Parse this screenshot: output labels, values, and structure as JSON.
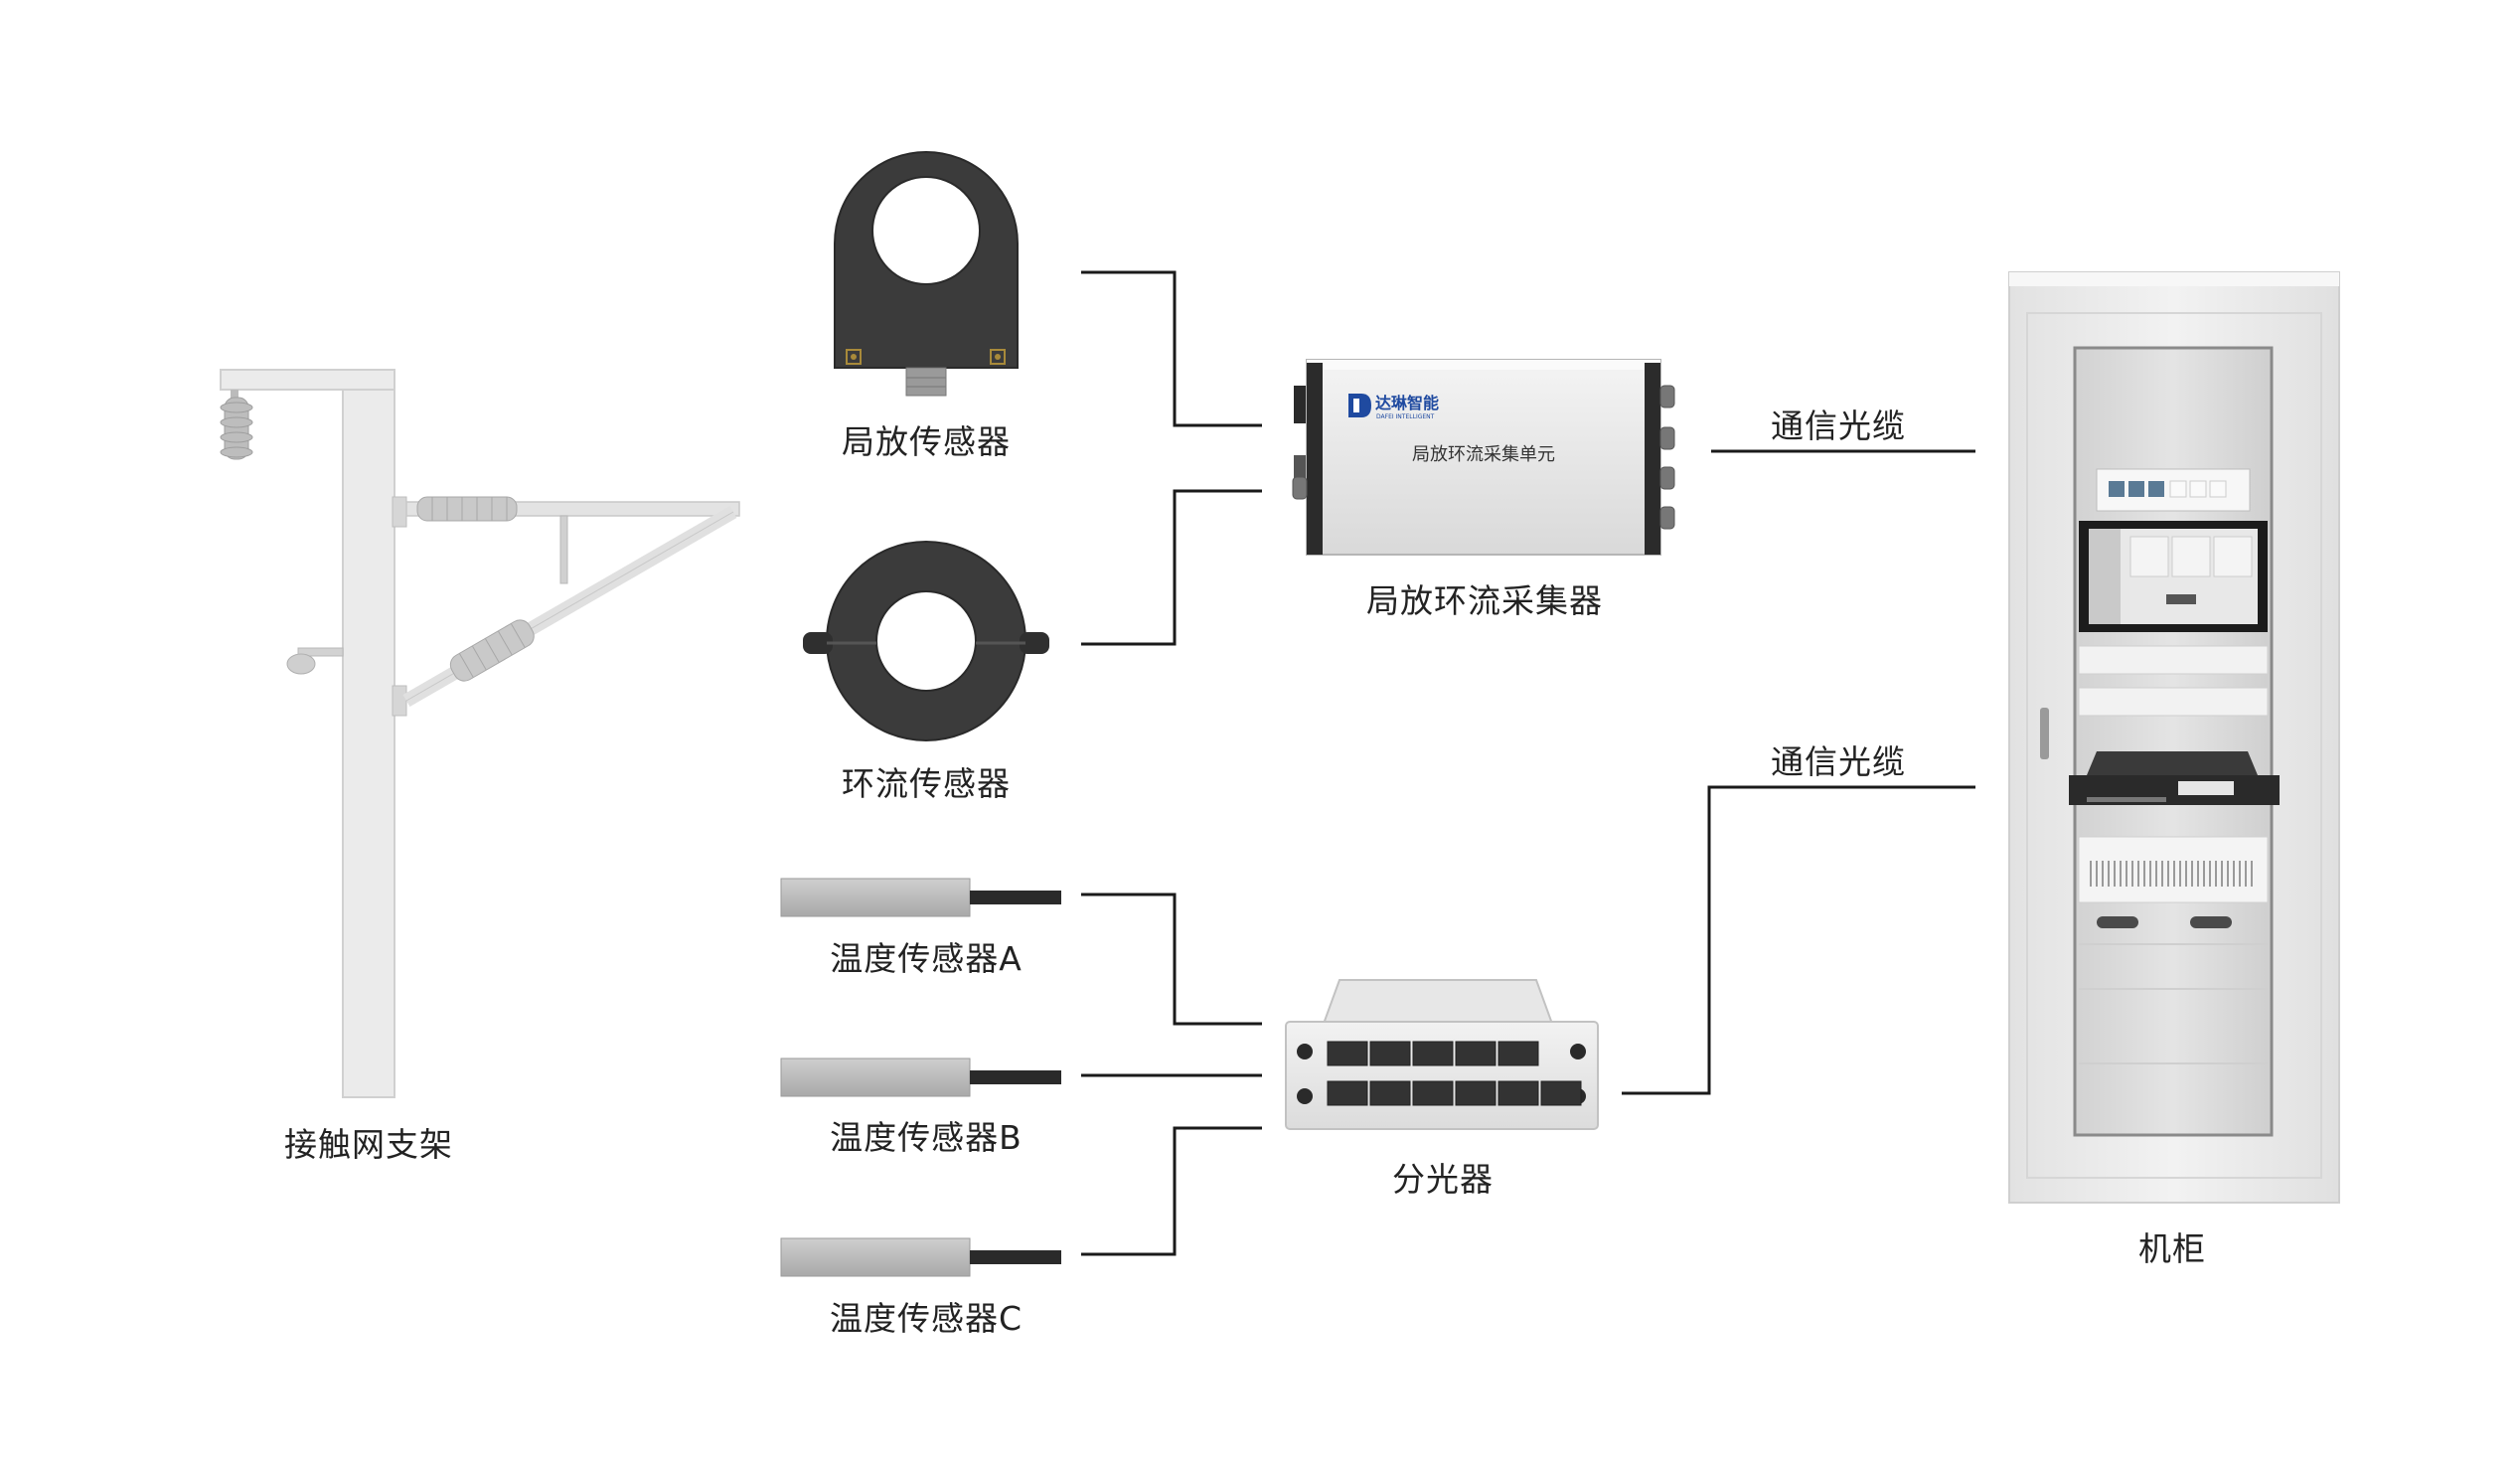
{
  "labels": {
    "pole": "接触网支架",
    "pd_sensor": "局放传感器",
    "cc_sensor": "环流传感器",
    "temp_a": "温度传感器A",
    "temp_b": "温度传感器B",
    "temp_c": "温度传感器C",
    "collector": "局放环流采集器",
    "splitter": "分光器",
    "cabinet": "机柜",
    "cable_top": "通信光缆",
    "cable_bottom": "通信光缆"
  },
  "collector_device": {
    "brand": "达琳智能",
    "brand_sub": "DAFEI INTELLIGENT",
    "panel_text": "局放环流采集单元"
  },
  "colors": {
    "line": "#1a1a1a",
    "sensor_dark": "#3a3a3a",
    "metal": "#e6e6e6",
    "cabinet_body": "#eeeeee"
  }
}
